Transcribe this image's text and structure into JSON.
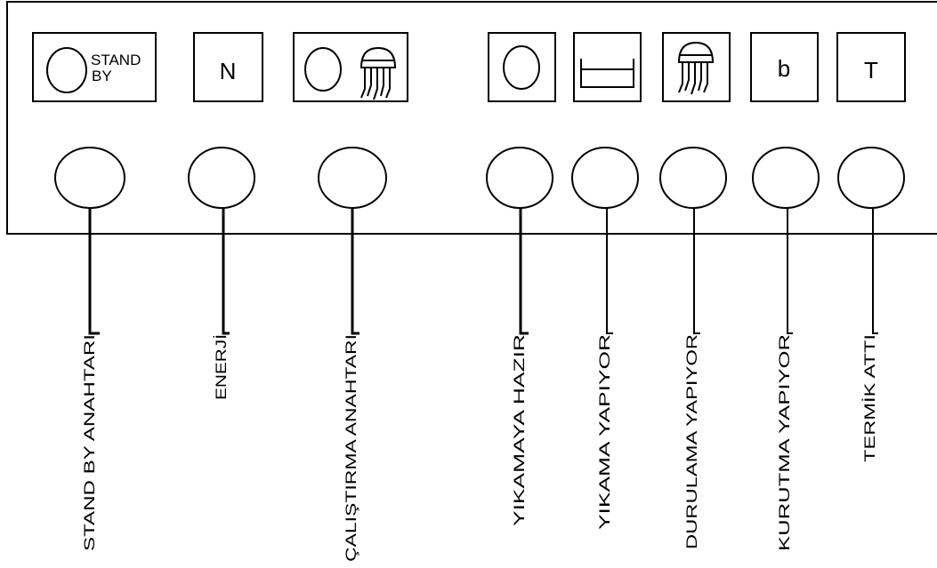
{
  "panel": {
    "indicators": [
      {
        "id": "standby",
        "symbol": "circle-standby",
        "text_line1": "STAND",
        "text_line2": "BY",
        "callout": "STAND BY ANAHTARI"
      },
      {
        "id": "energy",
        "symbol": "letter",
        "text": "N",
        "callout": "ENERJİ"
      },
      {
        "id": "start",
        "symbol": "circle-shower",
        "callout": "ÇALIŞTIRMA ANAHTARI"
      },
      {
        "id": "wash-ready",
        "symbol": "circle",
        "callout": "YIKAMAYA HAZIR"
      },
      {
        "id": "washing",
        "symbol": "basin",
        "callout": "YIKAMA YAPIYOR"
      },
      {
        "id": "rinsing",
        "symbol": "shower",
        "callout": "DURULAMA YAPIYOR"
      },
      {
        "id": "drying",
        "symbol": "letter",
        "text": "b",
        "callout": "KURUTMA YAPIYOR"
      },
      {
        "id": "thermal",
        "symbol": "letter",
        "text": "T",
        "callout": "TERMİK ATTI"
      }
    ]
  },
  "colors": {
    "line": "#000000",
    "background": "#ffffff"
  }
}
